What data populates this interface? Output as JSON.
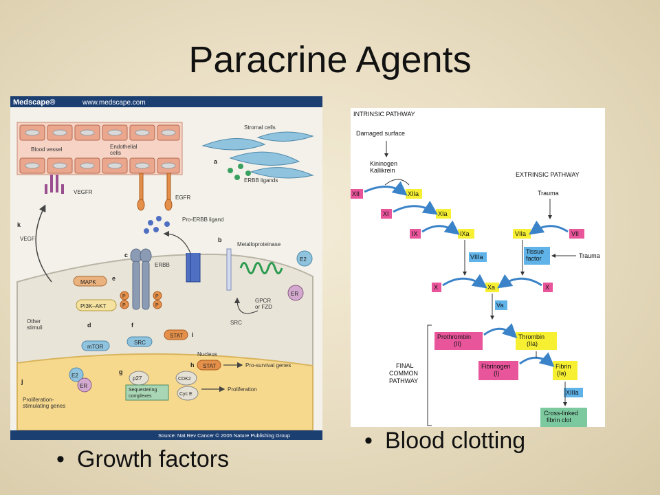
{
  "slide": {
    "title": "Paracrine Agents",
    "bullets": [
      {
        "text": "Growth factors"
      },
      {
        "text": "Blood clotting"
      }
    ]
  },
  "medscape": {
    "brand": "Medscape®",
    "url": "www.medscape.com",
    "source": "Source: Nat Rev Cancer © 2005 Nature Publishing Group",
    "labels": {
      "stromal_cells": "Stromal cells",
      "blood_vessel": "Blood vessel",
      "endothelial_cells": "Endothelial\ncells",
      "erbb_ligands": "ERBB ligands",
      "vegfr": "VEGFR",
      "egfr": "EGFR",
      "pro_erbb": "Pro-ERBB ligand",
      "metalloproteinase": "Metalloproteinase",
      "vegf": "VEGF",
      "erbb": "ERBB",
      "mapk": "MAPK",
      "pi3k": "PI3K–AKT",
      "other_stimuli": "Other\nstimuli",
      "mtor": "mTOR",
      "src": "SRC",
      "stat": "STAT",
      "gpcr": "GPCR\nor FZD",
      "src2": "SRC",
      "e2": "E2",
      "er": "ER",
      "nucleus": "Nucleus",
      "p27": "p27",
      "sequestering": "Sequestering\ncomplexes",
      "cdk2": "CDK2",
      "cyce": "Cyc E",
      "proliferation": "Proliferation",
      "pro_survival": "Pro-survival genes",
      "prolif_genes": "Proliferation-\nstimulating genes",
      "p": "P"
    },
    "letters": {
      "a": "a",
      "b": "b",
      "c": "c",
      "d": "d",
      "e": "e",
      "f": "f",
      "g": "g",
      "h": "h",
      "i": "i",
      "j": "j",
      "k": "k"
    }
  },
  "clotting": {
    "intrinsic_title": "INTRINSIC PATHWAY",
    "extrinsic_title": "EXTRINSIC PATHWAY",
    "damaged_surface": "Damaged surface",
    "kininogen": "Kininogen",
    "kallikrein": "Kallikrein",
    "trauma": "Trauma",
    "final_common": "FINAL\nCOMMON\nPATHWAY",
    "factors": {
      "XII": "XII",
      "XIIa": "XIIa",
      "XI": "XI",
      "XIa": "XIa",
      "IX": "IX",
      "IXa": "IXa",
      "VIIIa": "VIIIa",
      "VIIa": "VIIa",
      "VII": "VII",
      "tissue_factor": "Tissue\nfactor",
      "X_left": "X",
      "Xa": "Xa",
      "X_right": "X",
      "Va": "Va",
      "prothrombin": "Prothrombin\n(II)",
      "thrombin": "Thrombin\n(IIa)",
      "fibrinogen": "Fibrinogen\n(I)",
      "fibrin": "Fibrin\n(Ia)",
      "XIIIa": "XIIIa",
      "crosslinked": "Cross-linked\nfibrin clot"
    },
    "colors": {
      "pink": "#e8559b",
      "yellow": "#f7f032",
      "blue": "#5fb3e8",
      "green": "#7cc9a0",
      "arrow": "#3b83c8"
    }
  }
}
